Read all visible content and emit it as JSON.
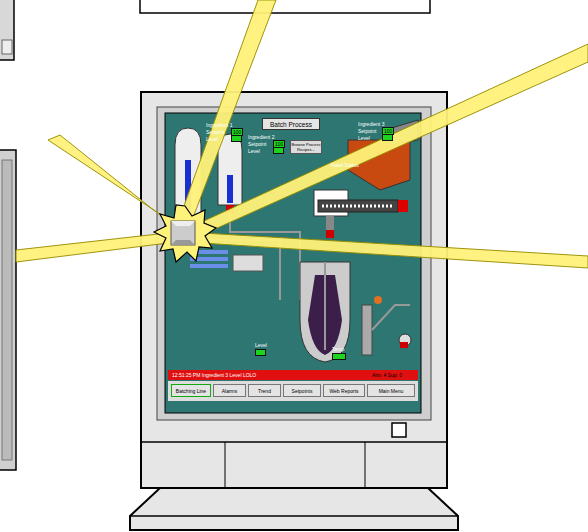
{
  "diagram": {
    "nodes": [
      {
        "text": [
          "Batch Process"
        ]
      },
      {
        "text": [
          "Browse Process Recipes..."
        ]
      },
      {
        "text": [
          "Batching Line"
        ]
      },
      {
        "text": [
          "Alarms"
        ]
      },
      {
        "text": [
          "Trend"
        ]
      },
      {
        "text": [
          "Setpoints"
        ]
      },
      {
        "text": [
          "Web Reports"
        ]
      },
      {
        "text": [
          "Main Menu"
        ]
      }
    ],
    "labels": [
      "Ingredient 1",
      "Setpoint",
      "100",
      "Level",
      "Ingredient 2",
      "Setpoint",
      "100",
      "Level",
      "Ingredient 3",
      "Setpoint",
      "100",
      "Level",
      "Flash Status",
      "Level",
      "Temp",
      "12:51:25 PM Ingredient 3 Level LOLO",
      "Alm: 4 Sup: 0"
    ]
  }
}
